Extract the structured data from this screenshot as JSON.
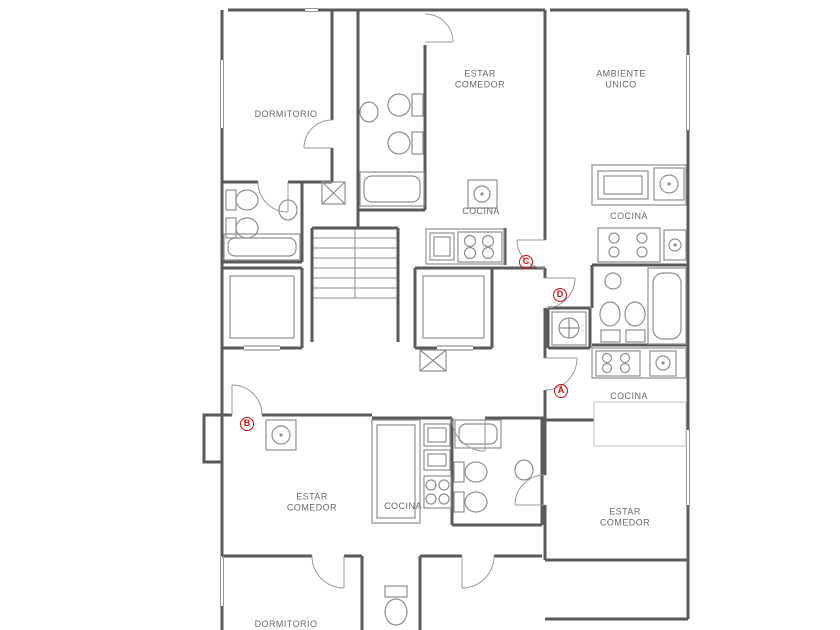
{
  "colors": {
    "wall": "#5a5a5a",
    "fixture_line": "#8f8f8f",
    "light_line": "#c4c4c4",
    "label_text": "#6a6a6a",
    "marker_red": "#cc1111",
    "background": "#ffffff"
  },
  "rooms": [
    {
      "id": "dormitorio-top-left",
      "label": "DORMITORIO"
    },
    {
      "id": "estar-comedor-top",
      "label": "ESTAR\nCOMEDOR"
    },
    {
      "id": "ambiente-unico",
      "label": "AMBIENTE\nUNICO"
    },
    {
      "id": "cocina-top-middle",
      "label": "COCINA"
    },
    {
      "id": "cocina-top-right",
      "label": "COCINA"
    },
    {
      "id": "cocina-mid-right",
      "label": "COCINA"
    },
    {
      "id": "estar-comedor-bottom-left",
      "label": "ESTAR\nCOMEDOR"
    },
    {
      "id": "cocina-bottom-middle",
      "label": "COCINA"
    },
    {
      "id": "estar-comedor-bottom-right",
      "label": "ESTAR\nCOMEDOR"
    },
    {
      "id": "dormitorio-bottom-left",
      "label": "DORMITORIO"
    }
  ],
  "unit_markers": [
    {
      "id": "unit-c",
      "label": "C"
    },
    {
      "id": "unit-d",
      "label": "D"
    },
    {
      "id": "unit-a",
      "label": "A"
    },
    {
      "id": "unit-b",
      "label": "B"
    }
  ]
}
